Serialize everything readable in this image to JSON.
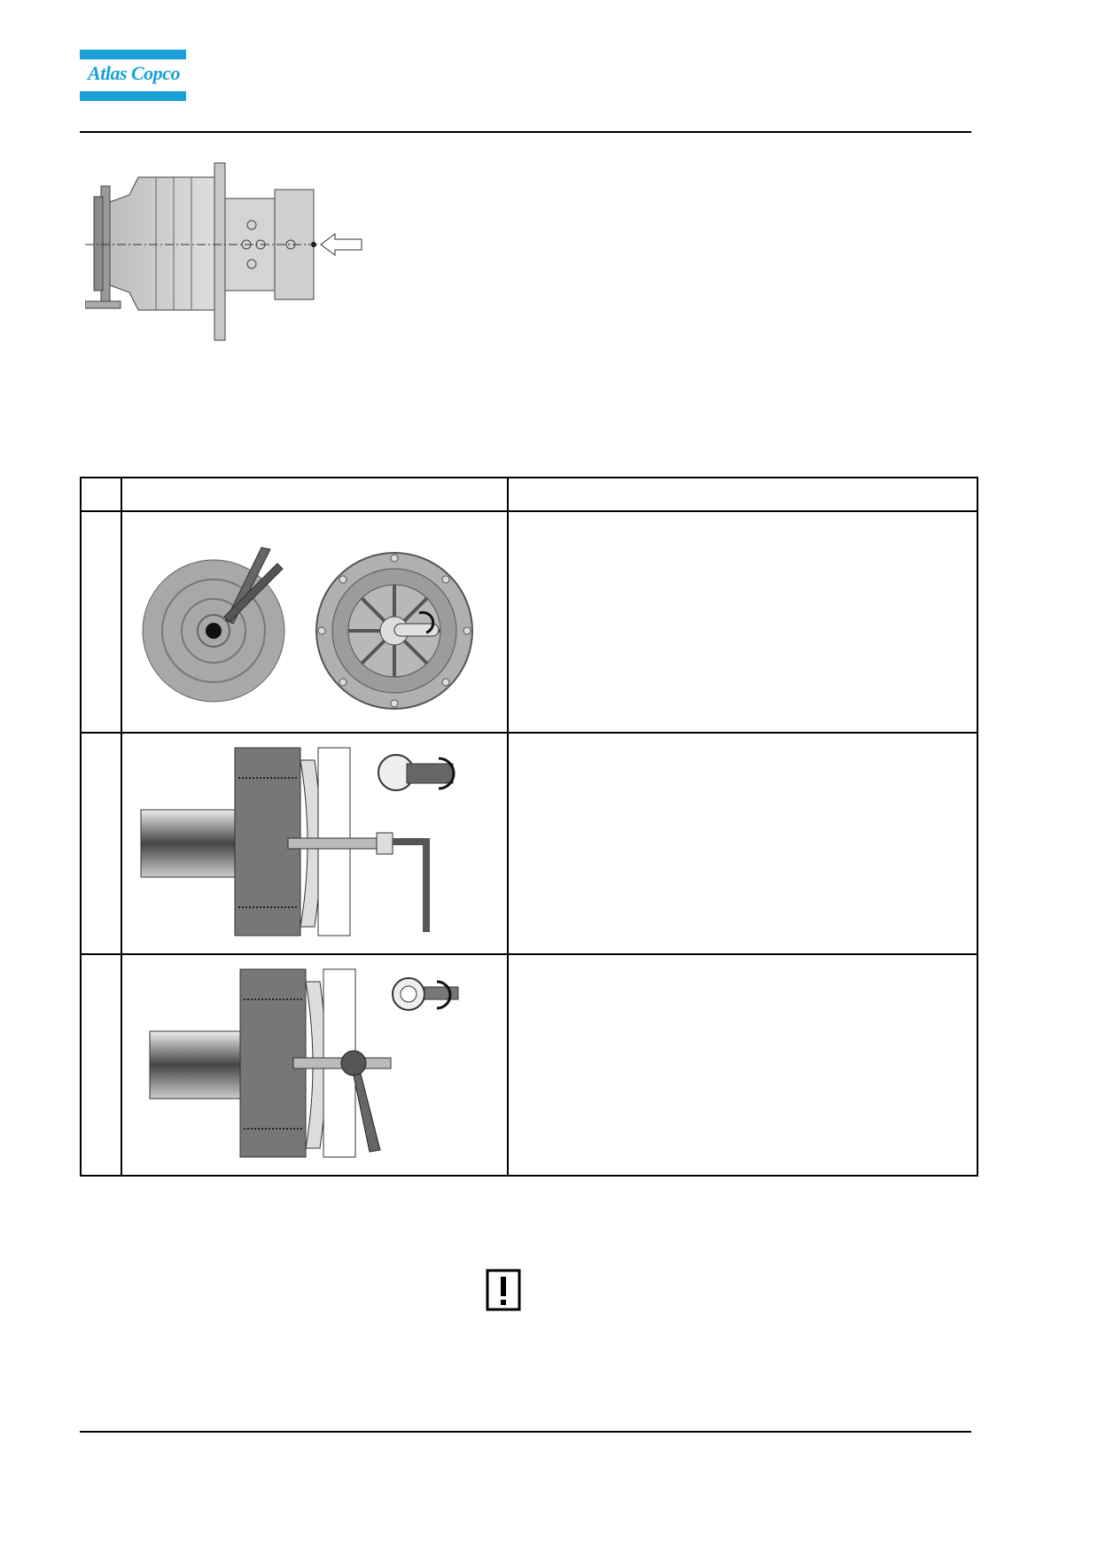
{
  "brand": {
    "name": "Atlas Copco",
    "color": "#1aa0d6"
  },
  "header": {
    "logo_icon": "atlas-copco-logo"
  },
  "hero_figure": {
    "icon": "gearbox-side-view-with-arrow"
  },
  "table": {
    "columns": [
      "",
      "",
      ""
    ],
    "rows": [
      {
        "step": "",
        "figure_icon": "cover-and-pliers-figure",
        "text": ""
      },
      {
        "step": "",
        "figure_icon": "hub-puller-hex-key-figure",
        "text": ""
      },
      {
        "step": "",
        "figure_icon": "hub-puller-ring-spanner-figure",
        "text": ""
      }
    ]
  },
  "caution": {
    "icon": "caution-exclamation-icon"
  }
}
